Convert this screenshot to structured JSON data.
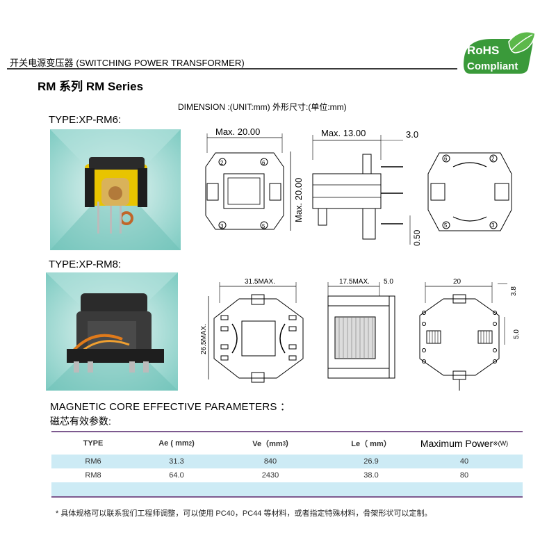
{
  "header": {
    "title": "开关电源变压器 (SWITCHING POWER TRANSFORMER)",
    "rohs_line1": "RoHS",
    "rohs_line2": "Compliant"
  },
  "series_title": "RM 系列  RM Series",
  "dimension_note": "DIMENSION :(UNIT:mm)  外形尺寸:(单位:mm)",
  "types": [
    {
      "label": "TYPE:XP-RM6:",
      "dims": {
        "top_width": "Max. 20.00",
        "side_height": "Max. 20.00",
        "side_width": "Max. 13.00",
        "pin_offset": "3.0",
        "pin_dia": "0.50",
        "pins_top": [
          "2",
          "6",
          "3",
          "5"
        ],
        "pins_bottom": [
          "6",
          "2",
          "5",
          "3"
        ]
      }
    },
    {
      "label": "TYPE:XP-RM8:",
      "dims": {
        "top_width": "31.5MAX.",
        "top_height": "26.5MAX.",
        "side_width": "17.5MAX.",
        "side_offset": "5.0",
        "bottom_width": "20",
        "bottom_offset": "3.8",
        "bottom_pitch": "5.0"
      }
    }
  ],
  "params": {
    "title": "MAGNETIC CORE EFFECTIVE PARAMETERS ：",
    "title_cn": "磁芯有效参数:",
    "headers": {
      "type": "TYPE",
      "ae": "Ae ( mm",
      "ae_sup": "2",
      "ae_end": ")",
      "ve": "Ve（mm",
      "ve_sup": "3",
      "ve_end": ")",
      "le": "Le（ mm）",
      "power": "Maximum Power",
      "power_unit": " ※(W)"
    },
    "rows": [
      {
        "type": "RM6",
        "ae": "31.3",
        "ve": "840",
        "le": "26.9",
        "power": "40"
      },
      {
        "type": "RM8",
        "ae": "64.0",
        "ve": "2430",
        "le": "38.0",
        "power": "80"
      }
    ]
  },
  "footnote": "* 具体规格可以联系我们工程师调整，可以使用 PC40，PC44 等材料，或者指定特殊材料，骨架形状可以定制。",
  "colors": {
    "rohs_green": "#3a9a3a",
    "table_rule": "#7d5a8f",
    "row_tint": "#cdebf5",
    "photo_bg": "#9fd6d0"
  }
}
